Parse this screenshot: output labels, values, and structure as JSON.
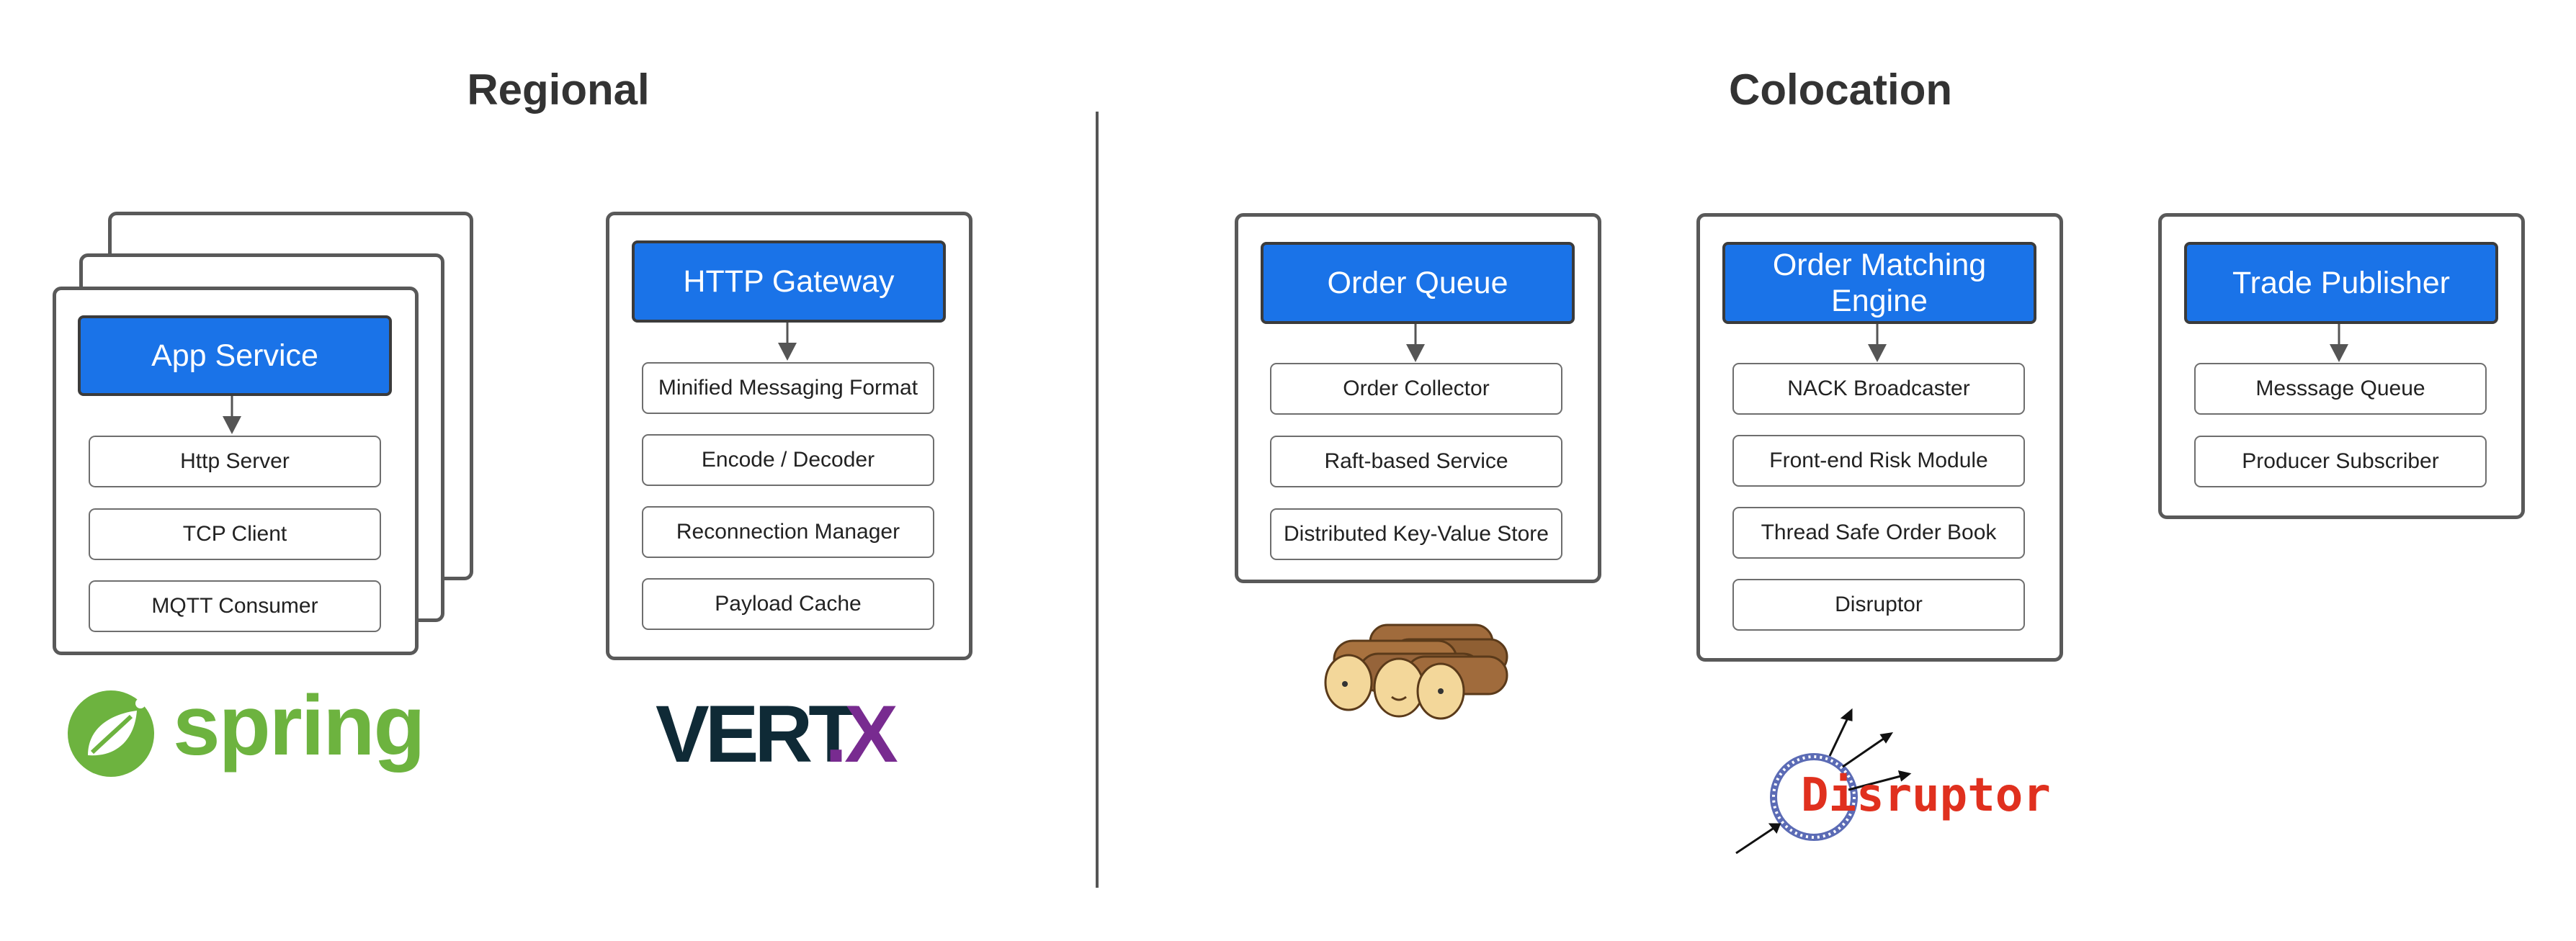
{
  "sections": {
    "regional": "Regional",
    "colocation": "Colocation"
  },
  "cards": {
    "app_service": {
      "title": "App Service",
      "items": [
        "Http Server",
        "TCP Client",
        "MQTT Consumer"
      ]
    },
    "http_gateway": {
      "title": "HTTP Gateway",
      "items": [
        "Minified Messaging Format",
        "Encode / Decoder",
        "Reconnection Manager",
        "Payload Cache"
      ]
    },
    "order_queue": {
      "title": "Order Queue",
      "items": [
        "Order Collector",
        "Raft-based Service",
        "Distributed Key-Value Store"
      ]
    },
    "order_matching_engine": {
      "title_line1": "Order Matching",
      "title_line2": "Engine",
      "items": [
        "NACK Broadcaster",
        "Front-end Risk Module",
        "Thread Safe Order Book",
        "Disruptor"
      ]
    },
    "trade_publisher": {
      "title": "Trade Publisher",
      "items": [
        "Messsage Queue",
        "Producer Subscriber"
      ]
    }
  },
  "logos": {
    "spring": "spring",
    "vertx_a": "VERT",
    "vertx_b": ".X",
    "disruptor": "Disruptor"
  },
  "colors": {
    "header_blue": "#1a73e8",
    "spring_green": "#6db33f",
    "vertx_dark": "#0f2a36",
    "vertx_purple": "#782b90",
    "disruptor_red": "#e0301e"
  }
}
